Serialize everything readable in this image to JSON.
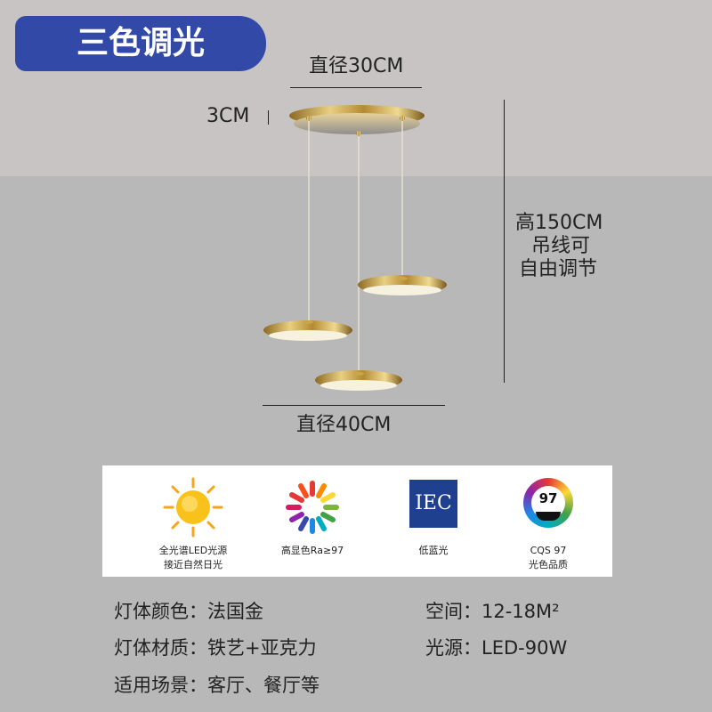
{
  "badge": {
    "label": "三色调光"
  },
  "dimensions": {
    "top_diameter": "直径30CM",
    "thickness": "3CM",
    "height_line1": "高150CM",
    "height_line2": "吊线可",
    "height_line3": "自由调节",
    "bottom_diameter": "直径40CM"
  },
  "features": [
    {
      "icon": "sun-icon",
      "caption_line1": "全光谱LED光源",
      "caption_line2": "接近自然日光"
    },
    {
      "icon": "color-wheel-icon",
      "caption_line1": "高显色Ra≥97",
      "caption_line2": ""
    },
    {
      "icon": "iec-logo-icon",
      "caption_line1": "低蓝光",
      "caption_line2": "",
      "logo_text": "IEC"
    },
    {
      "icon": "cqs-97-icon",
      "caption_line1": "CQS 97",
      "caption_line2": "光色品质",
      "badge_value": "97"
    }
  ],
  "specs": {
    "color": "灯体颜色：法国金",
    "space": "空间：12-18M²",
    "material": "灯体材质：铁艺+亚克力",
    "light_source": "光源：LED-90W",
    "usage": "适用场景：客厅、餐厅等"
  },
  "colors": {
    "badge": "#3349a8",
    "gold": "#c9a64a",
    "feature_bg": "#ffffff"
  }
}
